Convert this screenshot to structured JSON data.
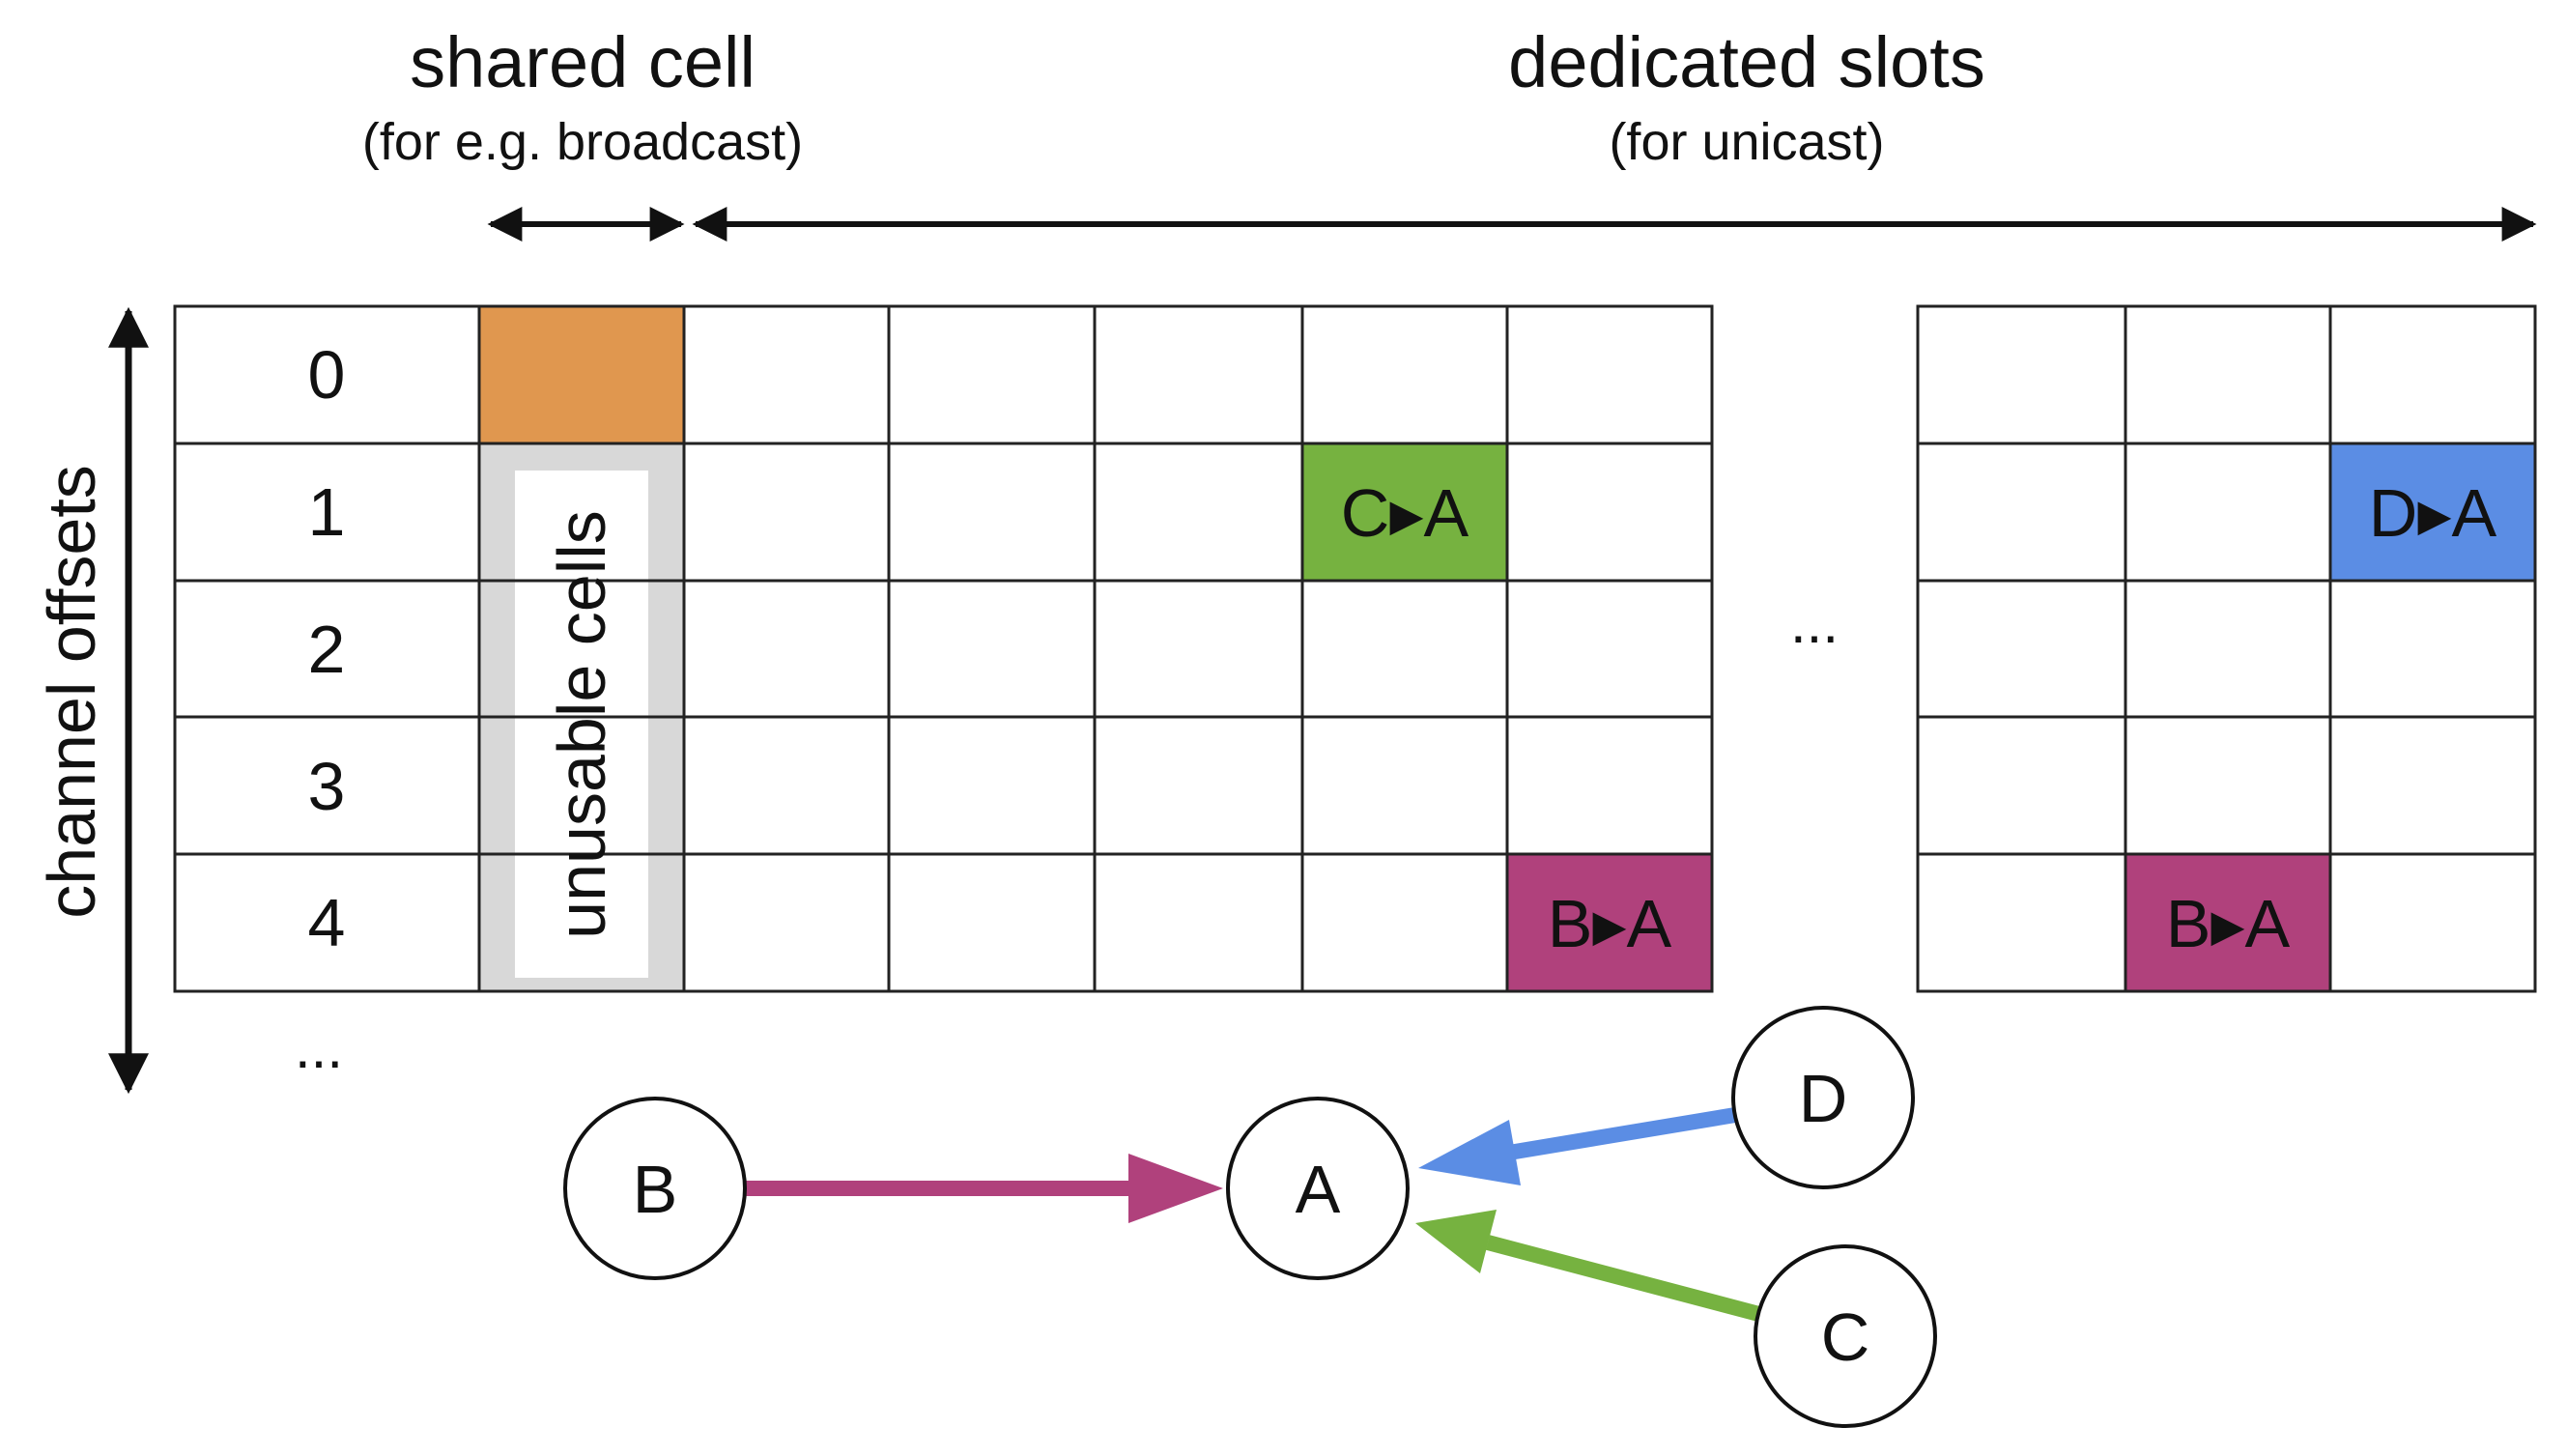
{
  "header": {
    "shared_title": "shared cell",
    "shared_sub": "(for e.g. broadcast)",
    "dedicated_title": "dedicated slots",
    "dedicated_sub": "(for unicast)"
  },
  "axis_label": "channel offsets",
  "channel_rows": [
    "0",
    "1",
    "2",
    "3",
    "4"
  ],
  "row_ellipsis": "...",
  "gap_ellipsis": "...",
  "unusable_label": "unusable cells",
  "cells": {
    "c_to_a": "C▸A",
    "b_to_a_left": "B▸A",
    "d_to_a": "D▸A",
    "b_to_a_right": "B▸A"
  },
  "nodes": {
    "a": "A",
    "b": "B",
    "c": "C",
    "d": "D"
  },
  "colors": {
    "shared": "#e0974f",
    "c_link": "#76b240",
    "b_link": "#b0417c",
    "d_link": "#5b8de4",
    "unusable": "#d8d8d8",
    "grid": "#222222"
  }
}
